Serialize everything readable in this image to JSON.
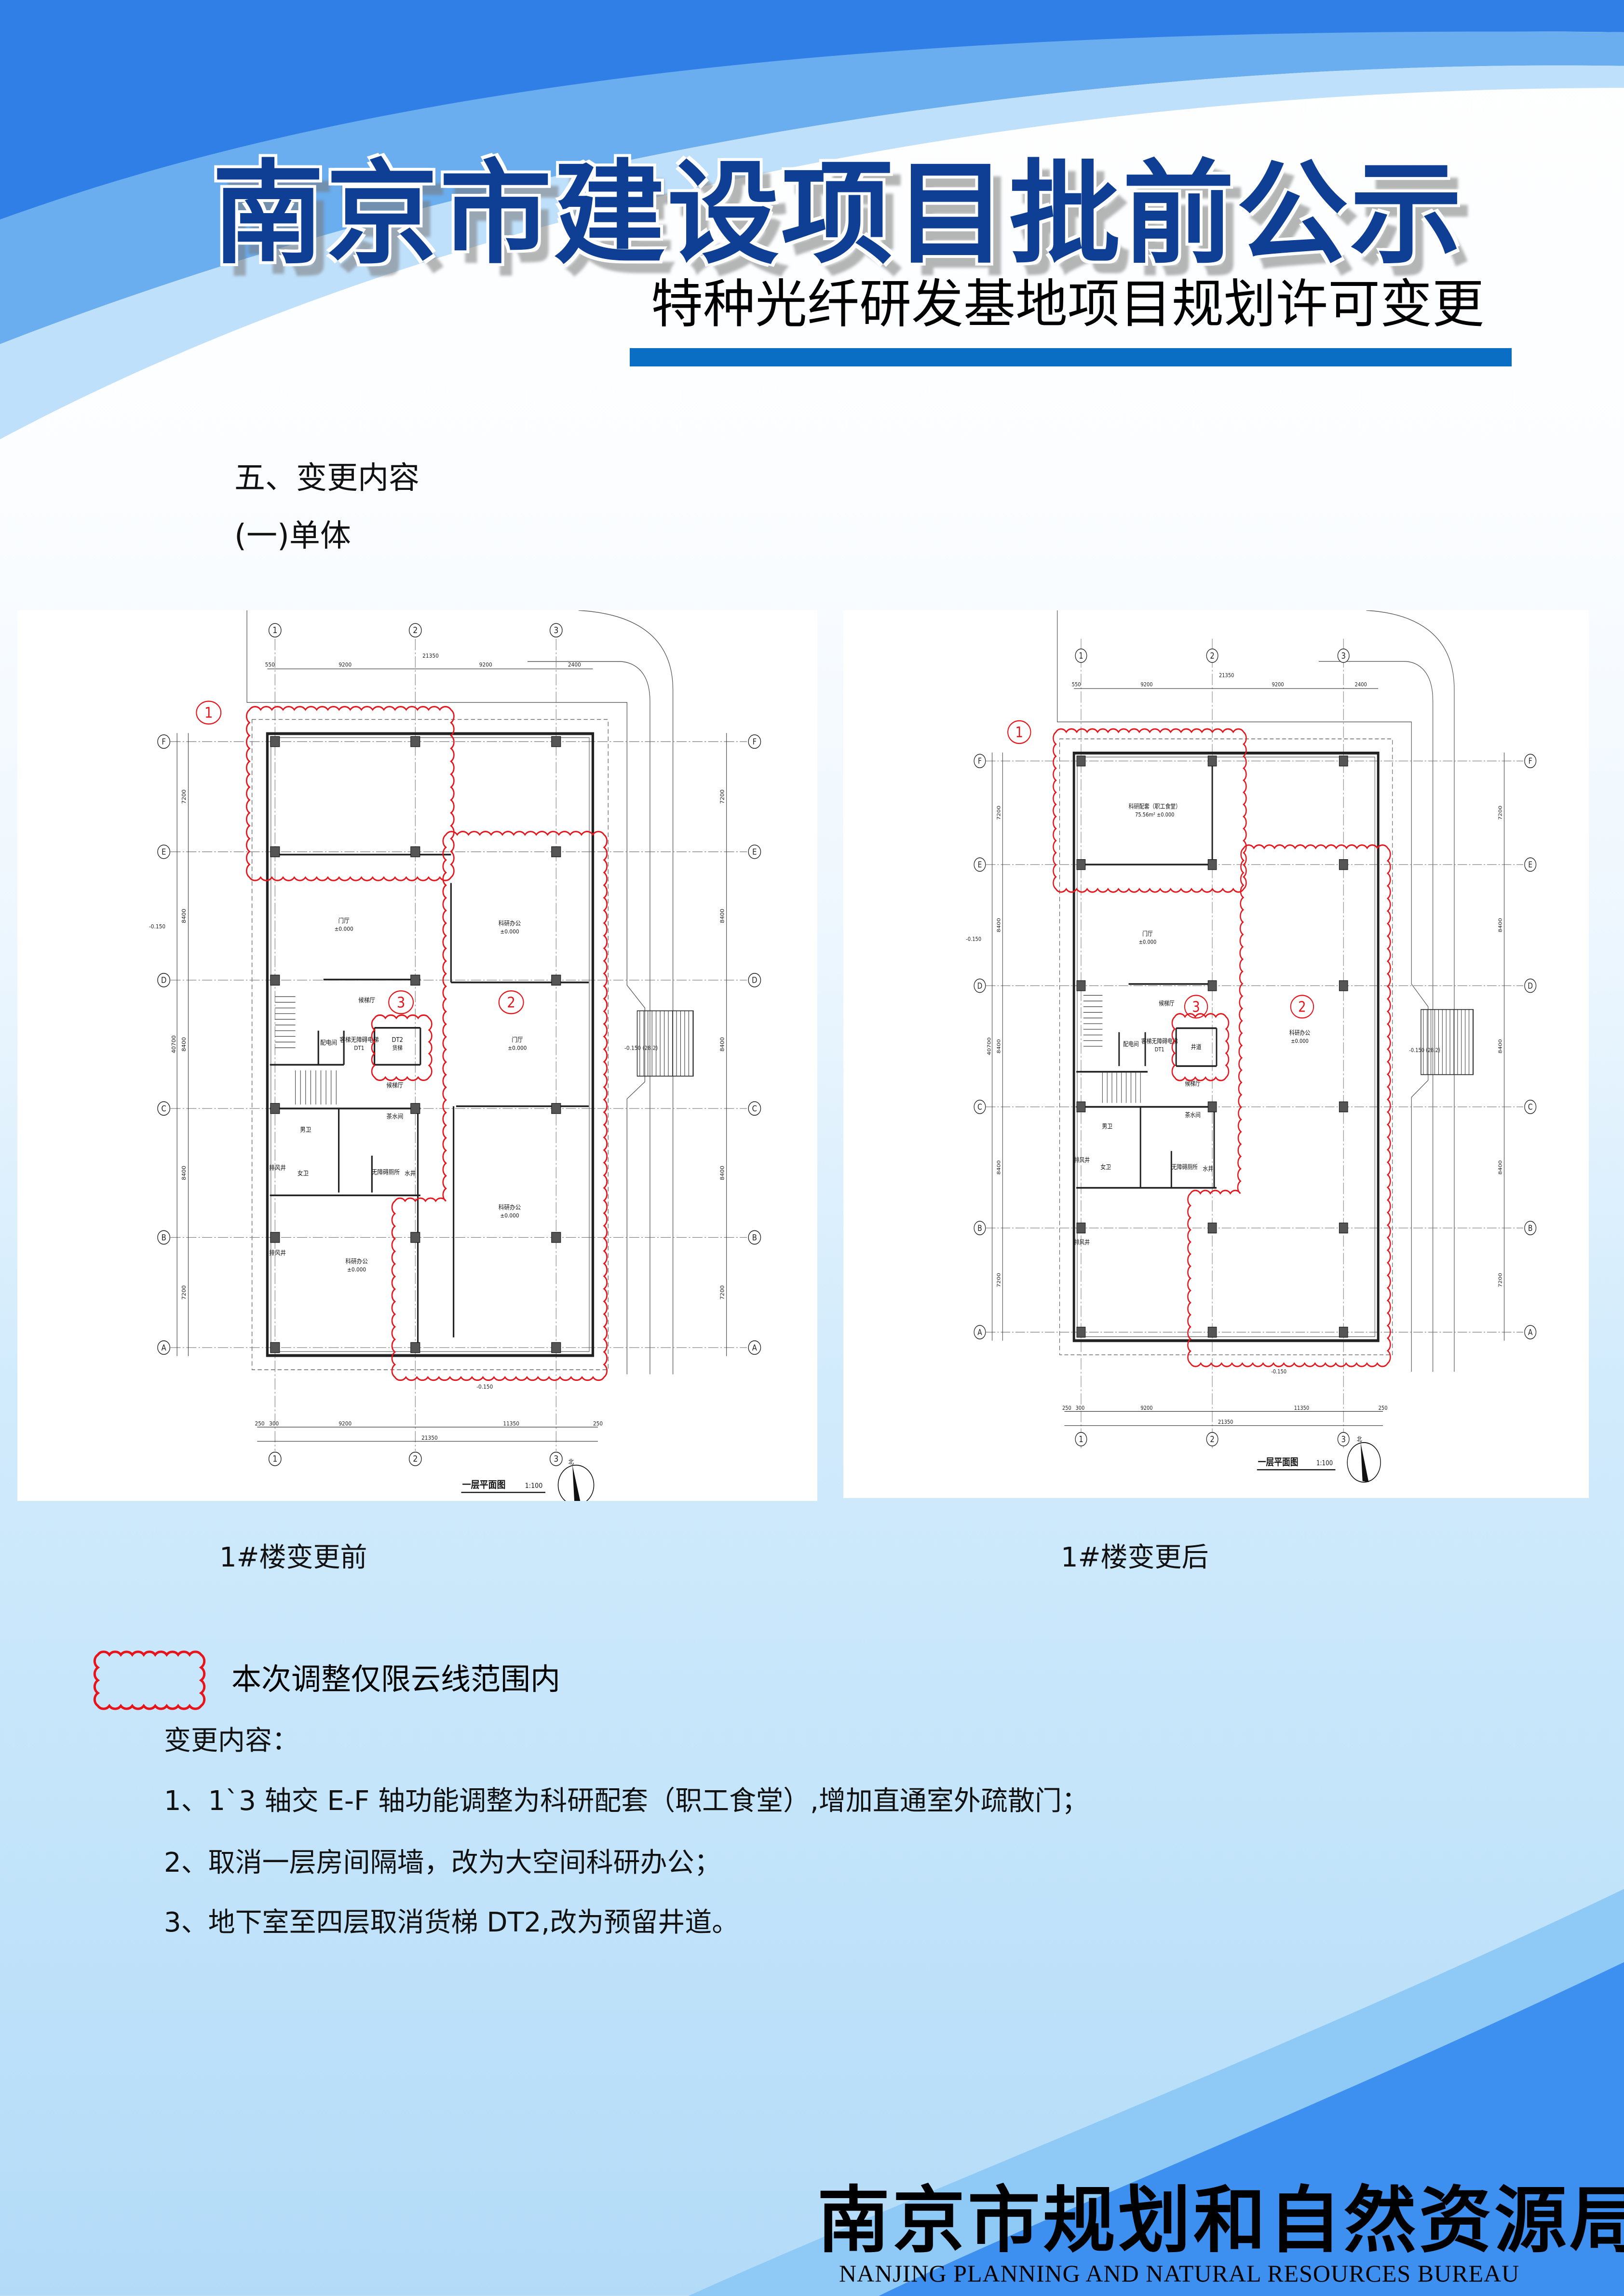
{
  "header": {
    "title": "南京市建设项目批前公示",
    "subtitle": "特种光纤研发基地项目规划许可变更"
  },
  "section": {
    "heading": "五、变更内容",
    "subheading": "(一)单体"
  },
  "plans": [
    {
      "caption": "1#楼变更前",
      "drawing_title": "一层平面图",
      "scale": "1:100",
      "north": "北",
      "axes_x": [
        "1",
        "2",
        "3"
      ],
      "axes_y": [
        "F",
        "E",
        "D",
        "C",
        "B",
        "A"
      ],
      "dims_top": [
        "550",
        "9200",
        "9200",
        "2400",
        "21350"
      ],
      "dims_bottom": [
        "250",
        "300",
        "9200",
        "11350",
        "250",
        "21350"
      ],
      "dims_side": [
        "7200",
        "8400",
        "8400",
        "8400",
        "7200",
        "40700"
      ],
      "elevations": [
        "-0.150",
        "-0.150 (28.2)",
        "-0.150"
      ],
      "cloud_tags": [
        "1",
        "2",
        "3"
      ],
      "rooms": [
        {
          "name": "门厅",
          "level": "±0.000"
        },
        {
          "name": "科研办公",
          "level": "±0.000"
        },
        {
          "name": "门厅",
          "level": "±0.000"
        },
        {
          "name": "科研办公",
          "level": "±0.000"
        },
        {
          "name": "科研办公",
          "level": "±0.000"
        },
        {
          "name": "候梯厅",
          "level": ""
        },
        {
          "name": "候梯厅",
          "level": ""
        },
        {
          "name": "配电间",
          "level": ""
        },
        {
          "name": "客梯无障碍电梯",
          "level": "DT1"
        },
        {
          "name": "DT2",
          "level": "货梯"
        },
        {
          "name": "男卫",
          "level": ""
        },
        {
          "name": "女卫",
          "level": ""
        },
        {
          "name": "无障碍厕所",
          "level": ""
        },
        {
          "name": "茶水间",
          "level": ""
        },
        {
          "name": "水井",
          "level": ""
        },
        {
          "name": "排风井",
          "level": ""
        },
        {
          "name": "排风井",
          "level": ""
        }
      ]
    },
    {
      "caption": "1#楼变更后",
      "drawing_title": "一层平面图",
      "scale": "1:100",
      "north": "北",
      "axes_x": [
        "1",
        "2",
        "3"
      ],
      "axes_y": [
        "F",
        "E",
        "D",
        "C",
        "B",
        "A"
      ],
      "dims_top": [
        "550",
        "9200",
        "9200",
        "2400",
        "21350"
      ],
      "dims_bottom": [
        "250",
        "300",
        "9200",
        "11350",
        "250",
        "21350"
      ],
      "dims_side": [
        "7200",
        "8400",
        "8400",
        "8400",
        "7200",
        "40700"
      ],
      "elevations": [
        "-0.150",
        "-0.150 (28.2)",
        "-0.150"
      ],
      "cloud_tags": [
        "1",
        "2",
        "3"
      ],
      "rooms": [
        {
          "name": "科研配套（职工食堂）",
          "level": "75.56m²  ±0.000"
        },
        {
          "name": "门厅",
          "level": "±0.000"
        },
        {
          "name": "科研办公",
          "level": "±0.000"
        },
        {
          "name": "候梯厅",
          "level": ""
        },
        {
          "name": "候梯厅",
          "level": ""
        },
        {
          "name": "配电间",
          "level": ""
        },
        {
          "name": "客梯无障碍电梯",
          "level": "DT1"
        },
        {
          "name": "井道",
          "level": ""
        },
        {
          "name": "男卫",
          "level": ""
        },
        {
          "name": "女卫",
          "level": ""
        },
        {
          "name": "无障碍厕所",
          "level": ""
        },
        {
          "name": "茶水间",
          "level": ""
        },
        {
          "name": "水井",
          "level": ""
        },
        {
          "name": "排风井",
          "level": ""
        },
        {
          "name": "排风井",
          "level": ""
        }
      ]
    }
  ],
  "legend": {
    "text": "本次调整仅限云线范围内"
  },
  "changes": {
    "heading": "变更内容：",
    "items": [
      "1、1`3 轴交 E-F 轴功能调整为科研配套（职工食堂）,增加直通室外疏散门；",
      "2、取消一层房间隔墙，改为大空间科研办公；",
      "3、地下室至四层取消货梯 DT2,改为预留井道。"
    ]
  },
  "footer": {
    "org_cn": "南京市规划和自然资源局",
    "org_en": "NANJING PLANNING AND NATURAL RESOURCES BUREAU"
  },
  "colors": {
    "title": "#0e3f94",
    "accent_bar": "#0a6fc4",
    "cloud": "#e8141b",
    "banner_blue": "#2f7fe6"
  }
}
